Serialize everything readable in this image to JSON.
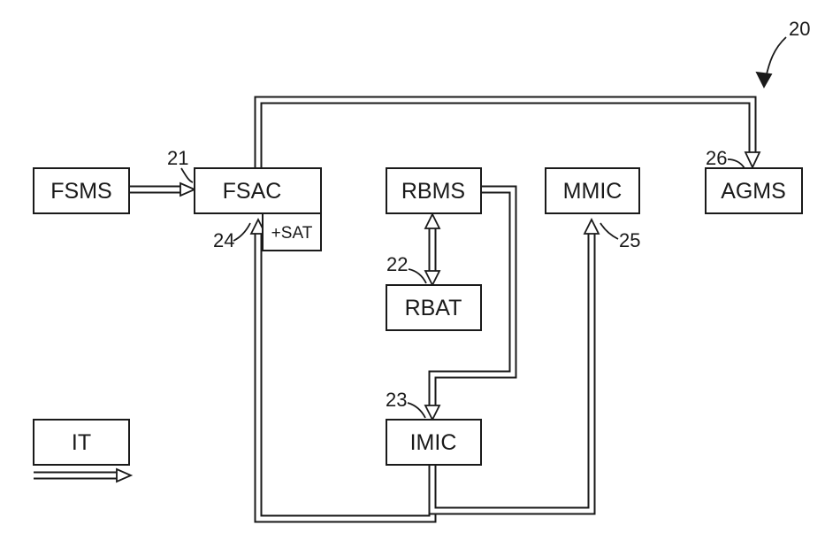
{
  "figure_number": "20",
  "blocks": {
    "fsms": "FSMS",
    "fsac": "FSAC",
    "sat": "+SAT",
    "rbms": "RBMS",
    "mmic": "MMIC",
    "agms": "AGMS",
    "rbat": "RBAT",
    "imic": "IMIC",
    "legend": "IT"
  },
  "refs": {
    "r21": "21",
    "r22": "22",
    "r23": "23",
    "r24": "24",
    "r25": "25",
    "r26": "26"
  }
}
